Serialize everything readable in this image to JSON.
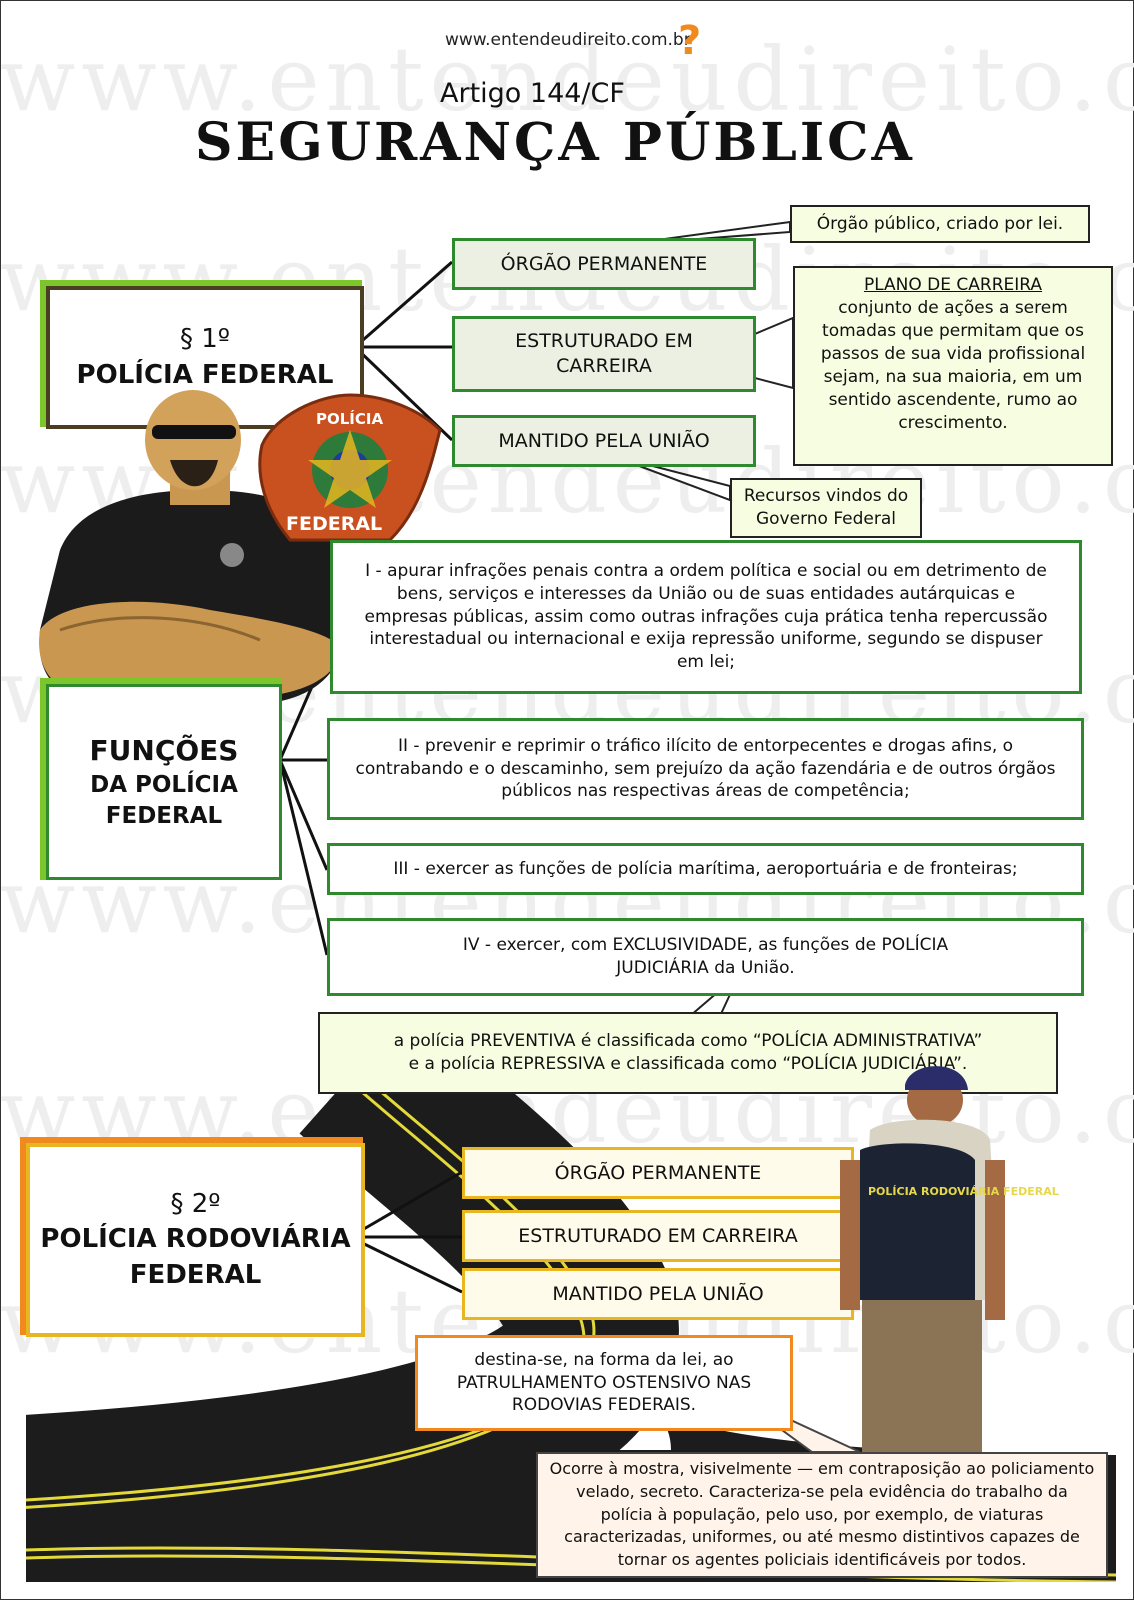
{
  "site": {
    "url": "www.entendeudireito.com.br",
    "mark": "?"
  },
  "watermark": "www.entendeudireito.com.br",
  "header": {
    "article": "Artigo 144/CF",
    "title": "SEGURANÇA PÚBLICA"
  },
  "pf": {
    "section": "§ 1º",
    "name": "POLÍCIA FEDERAL",
    "badge": {
      "top": "POLÍCIA",
      "bottom": "FEDERAL"
    },
    "features": [
      "ÓRGÃO PERMANENTE",
      "ESTRUTURADO EM CARREIRA",
      "MANTIDO PELA UNIÃO"
    ],
    "notes": {
      "orgao": "Órgão público, criado por lei.",
      "carreira_title": "PLANO DE CARREIRA",
      "carreira_text": "conjunto de ações a serem tomadas que permitam que os passos de sua vida profissional sejam, na sua maioria, em um sentido ascendente, rumo ao crescimento.",
      "uniao": "Recursos vindos do Governo Federal"
    }
  },
  "funcoes": {
    "title_line1": "FUNÇÕES",
    "title_line2": "DA POLÍCIA FEDERAL",
    "items": [
      "I - apurar infrações penais contra a ordem política e social ou em detrimento de bens, serviços e interesses da União ou de suas entidades autárquicas e empresas públicas, assim como outras infrações cuja prática tenha repercussão interestadual ou internacional e exija repressão uniforme, segundo se dispuser em lei;",
      "II - prevenir e reprimir o tráfico ilícito de entorpecentes e drogas afins, o contrabando e o descaminho, sem prejuízo da ação fazendária e de outros órgãos públicos nas respectivas áreas de competência;",
      "III - exercer as funções de polícia marítima, aeroportuária e de fronteiras;",
      "IV - exercer, com EXCLUSIVIDADE, as funções de POLÍCIA JUDICIÁRIA da União."
    ],
    "note_line1": "a polícia PREVENTIVA é classificada como “POLÍCIA ADMINISTRATIVA”",
    "note_line2": "e a polícia REPRESSIVA e classificada como “POLÍCIA JUDICIÁRIA”."
  },
  "prf": {
    "section": "§ 2º",
    "name": "POLÍCIA RODOVIÁRIA FEDERAL",
    "features": [
      "ÓRGÃO PERMANENTE",
      "ESTRUTURADO EM CARREIRA",
      "MANTIDO PELA UNIÃO"
    ],
    "vest_text": "POLÍCIA RODOVIÁRIA FEDERAL",
    "destina": "destina-se, na forma da lei, ao PATRULHAMENTO OSTENSIVO NAS RODOVIAS FEDERAIS.",
    "ostensivo_note": "Ocorre à mostra, visivelmente — em contraposição ao policiamento velado, secreto. Caracteriza-se pela evidência do trabalho da polícia à população, pelo uso, por exemplo, de viaturas caracterizadas, uniformes, ou até mesmo distintivos capazes de tornar os agentes policiais identificáveis por todos."
  },
  "colors": {
    "green": "#2f8a2f",
    "yellow": "#e7b620",
    "orange": "#f08a1e",
    "note_green": "#f7fde0",
    "note_peach": "#fff3ea"
  }
}
